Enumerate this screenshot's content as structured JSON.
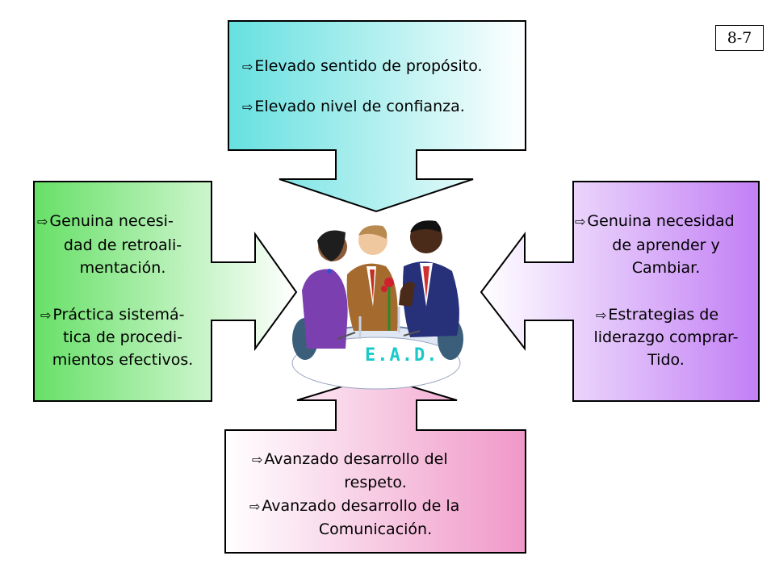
{
  "slide_number": "8-7",
  "center_label": "E.A.D.",
  "top_box": {
    "line1": "Elevado sentido de propósito.",
    "line2": "Elevado nivel de confianza."
  },
  "left_box": {
    "p1": [
      "Genuina necesi-",
      "dad de retroali-",
      "mentación."
    ],
    "p2": [
      "Práctica sistemá-",
      "tica de procedi-",
      "mientos efectivos."
    ]
  },
  "right_box": {
    "p1": [
      "Genuina necesidad",
      "de aprender y",
      "Cambiar."
    ],
    "p2": [
      "Estrategias de",
      "liderazgo comprar-",
      "Tido."
    ]
  },
  "bottom_box": {
    "p1": [
      "Avanzado desarrollo del",
      "respeto."
    ],
    "p2": [
      "Avanzado desarrollo de la",
      "Comunicación."
    ]
  },
  "colors": {
    "top_gradient": [
      "#66e0e0",
      "#ffffff"
    ],
    "left_gradient": [
      "#66e066",
      "#ffffff"
    ],
    "right_gradient": [
      "#ffffff",
      "#c27ff5"
    ],
    "bottom_gradient": [
      "#ffffff",
      "#f098c8"
    ]
  },
  "icons": {
    "bullet": "right-arrow-outline-icon",
    "center_image": "business-meeting-clipart"
  }
}
